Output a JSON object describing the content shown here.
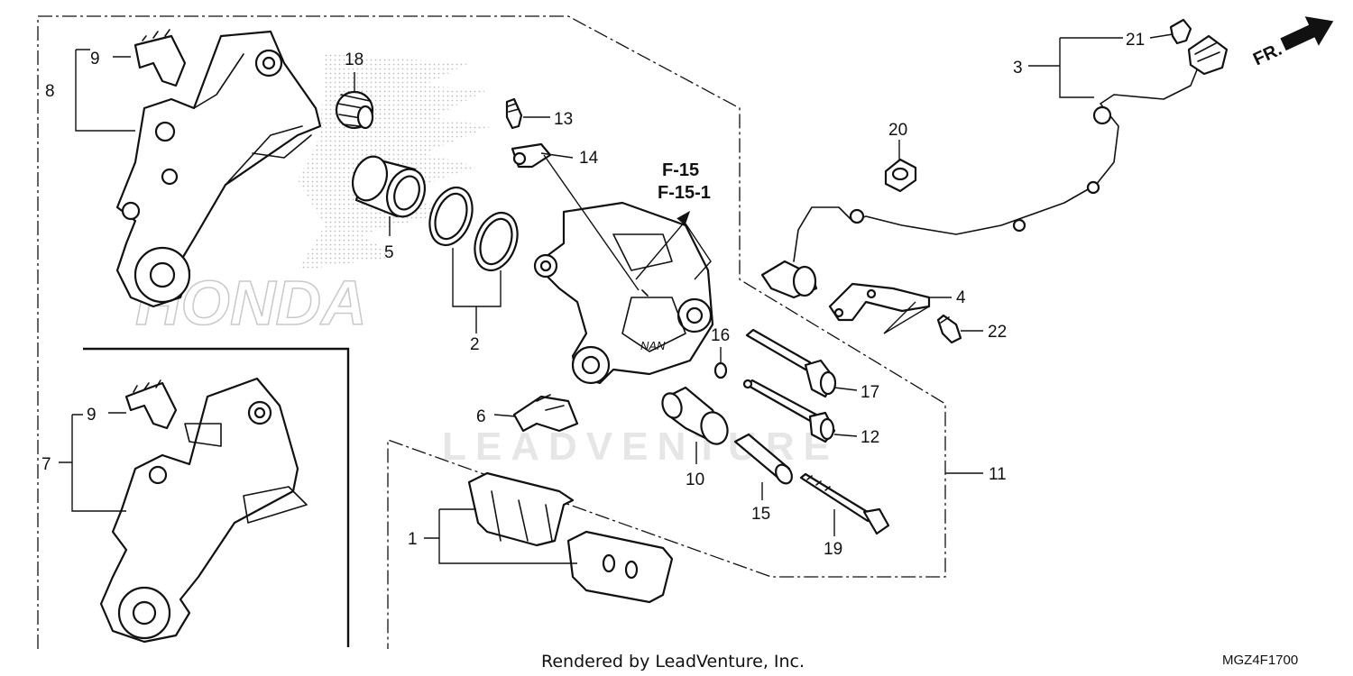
{
  "diagram": {
    "watermark": "LEADVENTURE",
    "logo_text": "HONDA",
    "front_indicator": "FR.",
    "reference_top": "F-15",
    "reference_bottom": "F-15-1",
    "callouts": {
      "c1": "1",
      "c2": "2",
      "c3": "3",
      "c4": "4",
      "c5": "5",
      "c6": "6",
      "c7": "7",
      "c8": "8",
      "c9a": "9",
      "c9b": "9",
      "c10": "10",
      "c11": "11",
      "c12": "12",
      "c13": "13",
      "c14": "14",
      "c15": "15",
      "c16": "16",
      "c17": "17",
      "c18": "18",
      "c19": "19",
      "c20": "20",
      "c21": "21",
      "c22": "22"
    },
    "credit": "Rendered by LeadVenture, Inc.",
    "diagram_code": "MGZ4F1700"
  }
}
